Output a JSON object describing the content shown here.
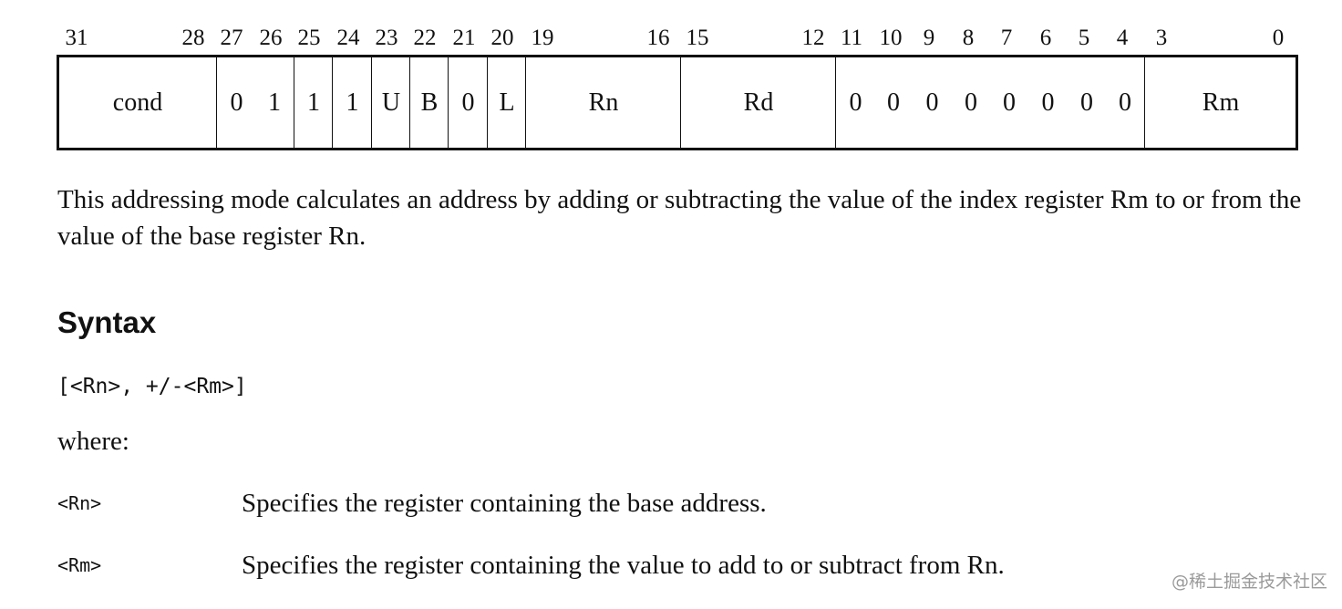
{
  "bit_numbers": [
    "31",
    "28",
    "27",
    "26",
    "25",
    "24",
    "23",
    "22",
    "21",
    "20",
    "19",
    "16",
    "15",
    "12",
    "11",
    "10",
    "9",
    "8",
    "7",
    "6",
    "5",
    "4",
    "3",
    "0"
  ],
  "encoding_fields": [
    {
      "label": "cond"
    },
    {
      "label": "0"
    },
    {
      "label": "1"
    },
    {
      "label": "1"
    },
    {
      "label": "1"
    },
    {
      "label": "U"
    },
    {
      "label": "B"
    },
    {
      "label": "0"
    },
    {
      "label": "L"
    },
    {
      "label": "Rn"
    },
    {
      "label": "Rd"
    },
    {
      "label": "0"
    },
    {
      "label": "0"
    },
    {
      "label": "0"
    },
    {
      "label": "0"
    },
    {
      "label": "0"
    },
    {
      "label": "0"
    },
    {
      "label": "0"
    },
    {
      "label": "0"
    },
    {
      "label": "Rm"
    }
  ],
  "description": "This addressing mode calculates an address by adding or subtracting the value of the index register Rm to or from the value of the base register Rn.",
  "syntax": {
    "heading": "Syntax",
    "code": "[<Rn>, +/-<Rm>]",
    "where_label": "where:"
  },
  "parameters": [
    {
      "name": "<Rn>",
      "description": "Specifies the register containing the base address."
    },
    {
      "name": "<Rm>",
      "description": "Specifies the register containing the value to add to or subtract from Rn."
    }
  ],
  "watermark": "@稀土掘金技术社区"
}
